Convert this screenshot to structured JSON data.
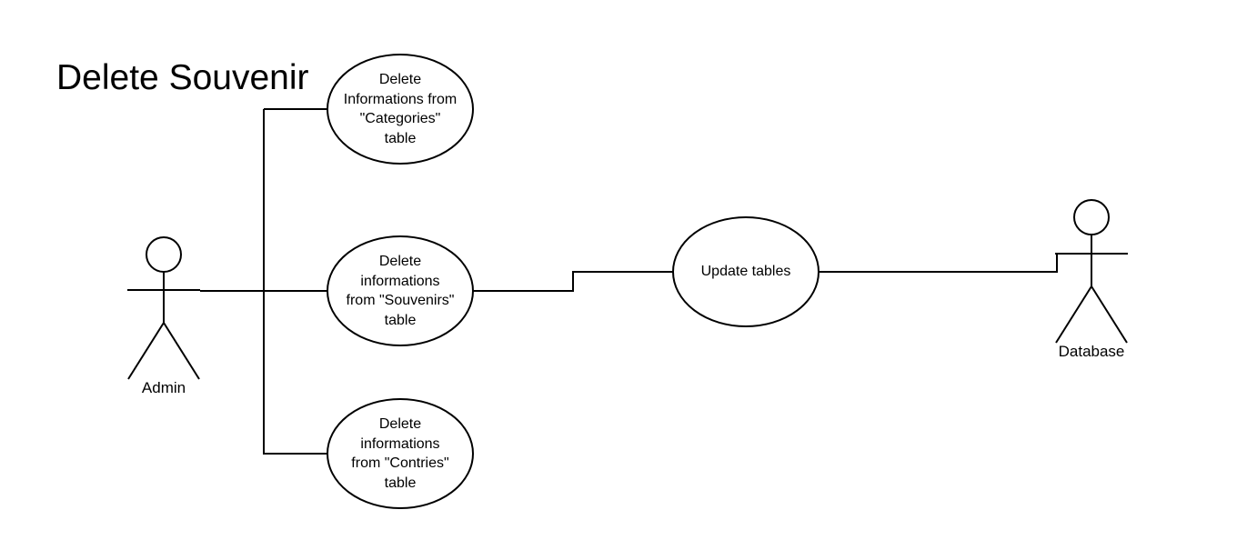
{
  "diagram": {
    "title": "Delete Souvenir",
    "actors": {
      "admin": {
        "label": "Admin"
      },
      "database": {
        "label": "Database"
      }
    },
    "use_cases": {
      "delete_categories": {
        "lines": [
          "Delete",
          "Informations from",
          "\"Categories\"",
          "table"
        ]
      },
      "delete_souvenirs": {
        "lines": [
          "Delete",
          "informations",
          "from \"Souvenirs\"",
          "table"
        ]
      },
      "delete_countries": {
        "lines": [
          "Delete",
          "informations",
          "from \"Contries\"",
          "table"
        ]
      },
      "update_tables": {
        "lines": [
          "Update tables"
        ]
      }
    }
  }
}
